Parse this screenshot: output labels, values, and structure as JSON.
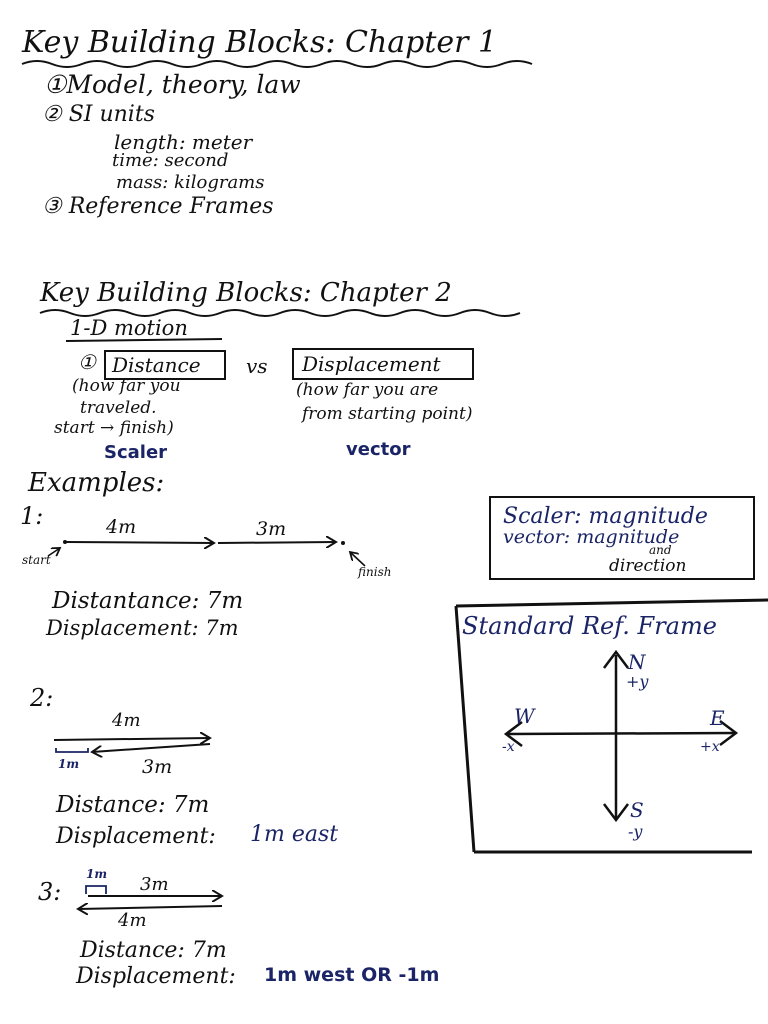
{
  "ink_color": "#111111",
  "blue_ink_color": "#1a2466",
  "chapter1": {
    "title": "Key Building Blocks: Chapter 1",
    "item1": "①Model, theory, law",
    "item2": "② SI units",
    "length": "length: meter",
    "time": "time: second",
    "mass": "mass: kilograms",
    "item3": "③ Reference Frames"
  },
  "chapter2": {
    "title": "Key Building Blocks: Chapter 2",
    "subtitle": "1-D motion",
    "num1": "①",
    "distance_box": "Distance",
    "vs": "vs",
    "displacement_box": "Displacement",
    "distance_note": [
      "(how far you",
      "traveled.",
      "start → finish)"
    ],
    "displacement_note": [
      "(how far you are",
      "from starting point)"
    ],
    "scaler": "Scaler",
    "vector": "vector"
  },
  "examples_label": "Examples:",
  "definitions": {
    "scaler_line": "Scaler: magnitude",
    "vector_line": "vector: magnitude",
    "and": "and",
    "direction": "direction"
  },
  "example1": {
    "num": "1:",
    "seg1": "4m",
    "seg2": "3m",
    "start": "start",
    "finish": "finish",
    "distance": "Distantance: 7m",
    "displacement": "Displacement: 7m"
  },
  "ref_frame": {
    "title": "Standard Ref. Frame",
    "n": "N",
    "py": "+y",
    "w": "W",
    "mx": "-x",
    "e": "E",
    "px": "+x",
    "s": "S",
    "my": "-y"
  },
  "example2": {
    "num": "2:",
    "seg_top": "4m",
    "seg_bottom": "3m",
    "small": "1m",
    "distance_label": "Distance: 7m",
    "displacement_label": "Displacement:",
    "displacement_value": "1m east"
  },
  "example3": {
    "num": "3:",
    "small": "1m",
    "seg_top": "3m",
    "seg_bottom": "4m",
    "distance_label": "Distance: 7m",
    "displacement_label": "Displacement:",
    "displacement_value": "1m west OR -1m"
  }
}
